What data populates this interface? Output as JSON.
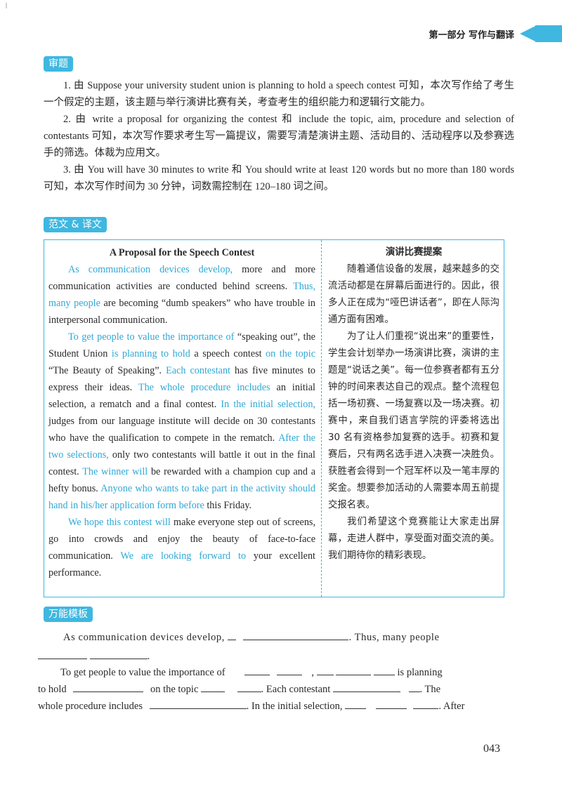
{
  "header": {
    "section": "第一部分  写作与翻译"
  },
  "tags": {
    "analysis": "审题",
    "sample": "范文 & 译文",
    "template": "万能模板"
  },
  "analysis": [
    "1. 由 Suppose your university student union is planning to hold a speech contest 可知，本次写作给了考生一个假定的主题，该主题与举行演讲比赛有关，考查考生的组织能力和逻辑行文能力。",
    "2. 由 write a proposal for organizing the contest 和 include the topic, aim, procedure and selection of contestants 可知，本次写作要求考生写一篇提议，需要写清楚演讲主题、活动目的、活动程序以及参赛选手的筛选。体裁为应用文。",
    "3. 由 You will have 30 minutes to write 和 You should write at least 120 words but no more than 180 words 可知，本次写作时间为 30 分钟，词数需控制在 120–180 词之间。"
  ],
  "essay": {
    "title": "A Proposal for the Speech Contest",
    "p1": {
      "a": "As communication devices develop,",
      "b": " more and more communication activities are conducted behind screens. ",
      "c": "Thus, many people",
      "d": " are becoming “dumb speakers” who have trouble in interpersonal communication."
    },
    "p2": {
      "a": "To get people to value the importance of",
      "b": " “speaking out”, the Student Union ",
      "c": "is planning to hold",
      "d": " a speech contest ",
      "e": "on the topic",
      "f": " “The Beauty of Speaking”. ",
      "g": "Each contestant",
      "h": " has five minutes to express their ideas. ",
      "i": "The whole procedure includes",
      "j": " an initial selection, a rematch and a final contest. ",
      "k": "In the initial selection,",
      "l": " judges from our language institute will decide on 30 contestants who have the qualification to compete in the rematch. ",
      "m": "After the two selections,",
      "n": " only two contestants will battle it out in the final contest. ",
      "o": "The winner will",
      "p": " be rewarded with a champion cup and a hefty bonus. ",
      "q": "Anyone who wants to take part in the activity should hand in his/her application form before",
      "r": " this Friday."
    },
    "p3": {
      "a": "We hope this contest will",
      "b": " make everyone step out of screens, go into crowds and enjoy the beauty of face-to-face communication. ",
      "c": "We are looking forward to",
      "d": " your excellent performance."
    }
  },
  "translation": {
    "title": "演讲比赛提案",
    "p1": "随着通信设备的发展，越来越多的交流活动都是在屏幕后面进行的。因此，很多人正在成为“哑巴讲话者”，即在人际沟通方面有困难。",
    "p2": "为了让人们重视“说出来”的重要性，学生会计划举办一场演讲比赛，演讲的主题是“说话之美”。每一位参赛者都有五分钟的时间来表达自己的观点。整个流程包括一场初赛、一场复赛以及一场决赛。初赛中，来自我们语言学院的评委将选出 30 名有资格参加复赛的选手。初赛和复赛后，只有两名选手进入决赛一决胜负。获胜者会得到一个冠军杯以及一笔丰厚的奖金。想要参加活动的人需要本周五前提交报名表。",
    "p3": "我们希望这个竞赛能让大家走出屏幕，走进人群中，享受面对面交流的美。我们期待你的精彩表现。"
  },
  "template": {
    "l1a": "As communication devices develop,",
    "l1b": ". Thus, many people",
    "l2a": ".",
    "l3a": "To get people to value the importance of",
    "l3b": ",",
    "l3c": "is planning",
    "l4a": "to hold",
    "l4b": "on the topic",
    "l4c": ". Each contestant",
    "l4d": ". The",
    "l5a": "whole procedure includes",
    "l5b": ". In the initial selection,",
    "l5c": ". After"
  },
  "page_number": "043"
}
